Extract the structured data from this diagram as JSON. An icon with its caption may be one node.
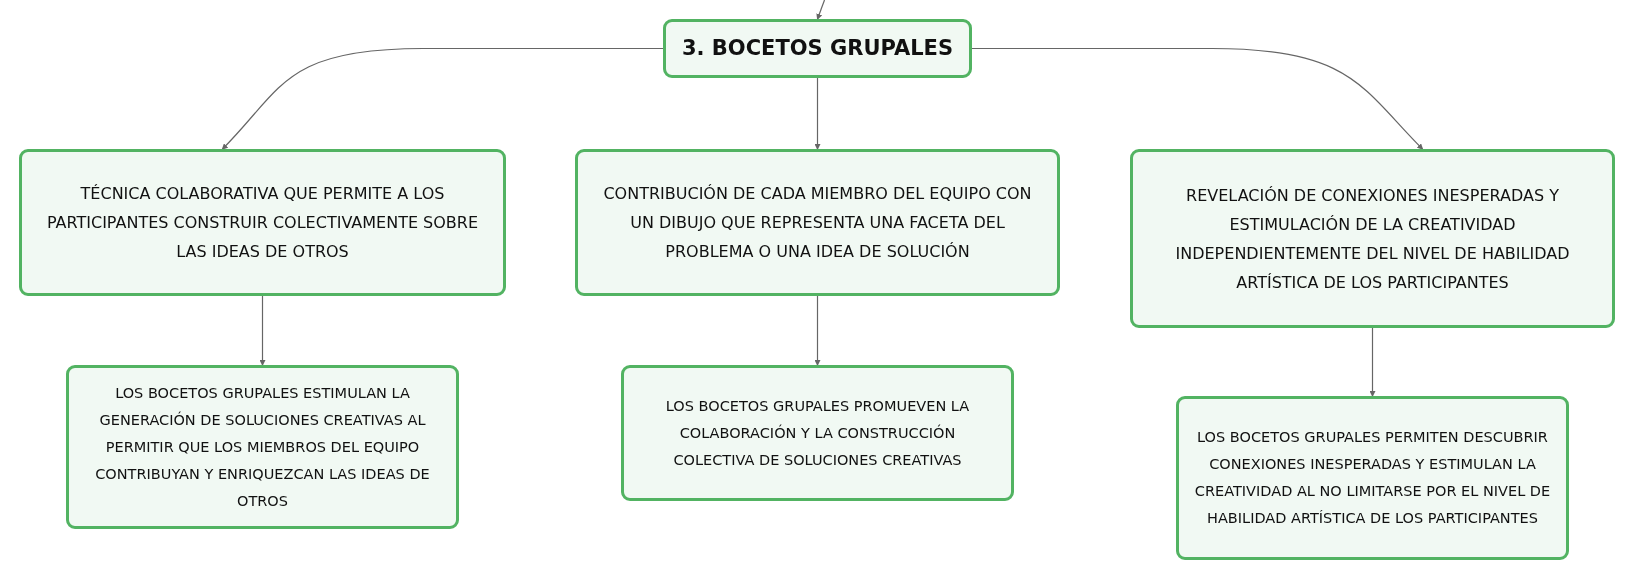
{
  "diagram": {
    "nodes": [
      {
        "text": [
          "3. BOCETOS GRUPALES"
        ]
      },
      {
        "text": [
          "TÉCNICA COLABORATIVA QUE PERMITE A LOS PARTICIPANTES CONSTRUIR COLECTIVAMENTE SOBRE LAS IDEAS DE OTROS"
        ]
      },
      {
        "text": [
          "CONTRIBUCIÓN DE CADA MIEMBRO DEL EQUIPO CON UN DIBUJO QUE REPRESENTA UNA FACETA DEL PROBLEMA O UNA IDEA DE SOLUCIÓN"
        ]
      },
      {
        "text": [
          "REVELACIÓN DE CONEXIONES INESPERADAS Y ESTIMULACIÓN DE LA CREATIVIDAD INDEPENDIENTEMENTE DEL NIVEL DE HABILIDAD ARTÍSTICA DE LOS PARTICIPANTES"
        ]
      },
      {
        "text": [
          "LOS BOCETOS GRUPALES ESTIMULAN LA GENERACIÓN DE SOLUCIONES CREATIVAS AL PERMITIR QUE LOS MIEMBROS DEL EQUIPO CONTRIBUYAN Y ENRIQUEZCAN LAS IDEAS DE OTROS"
        ]
      },
      {
        "text": [
          "LOS BOCETOS GRUPALES PROMUEVEN LA COLABORACIÓN Y LA CONSTRUCCIÓN COLECTIVA DE SOLUCIONES CREATIVAS"
        ]
      },
      {
        "text": [
          "LOS BOCETOS GRUPALES PERMITEN DESCUBRIR CONEXIONES INESPERADAS Y ESTIMULAN LA CREATIVIDAD AL NO LIMITARSE POR EL NIVEL DE HABILIDAD ARTÍSTICA DE LOS PARTICIPANTES"
        ]
      }
    ],
    "edges": [
      {
        "from": null,
        "to": 0,
        "arrow": "to"
      },
      {
        "from": 0,
        "to": 1,
        "arrow": "to"
      },
      {
        "from": 0,
        "to": 2,
        "arrow": "to"
      },
      {
        "from": 0,
        "to": 3,
        "arrow": "to"
      },
      {
        "from": 1,
        "to": 4,
        "arrow": "to"
      },
      {
        "from": 2,
        "to": 5,
        "arrow": "to"
      },
      {
        "from": 3,
        "to": 6,
        "arrow": "to"
      }
    ]
  }
}
